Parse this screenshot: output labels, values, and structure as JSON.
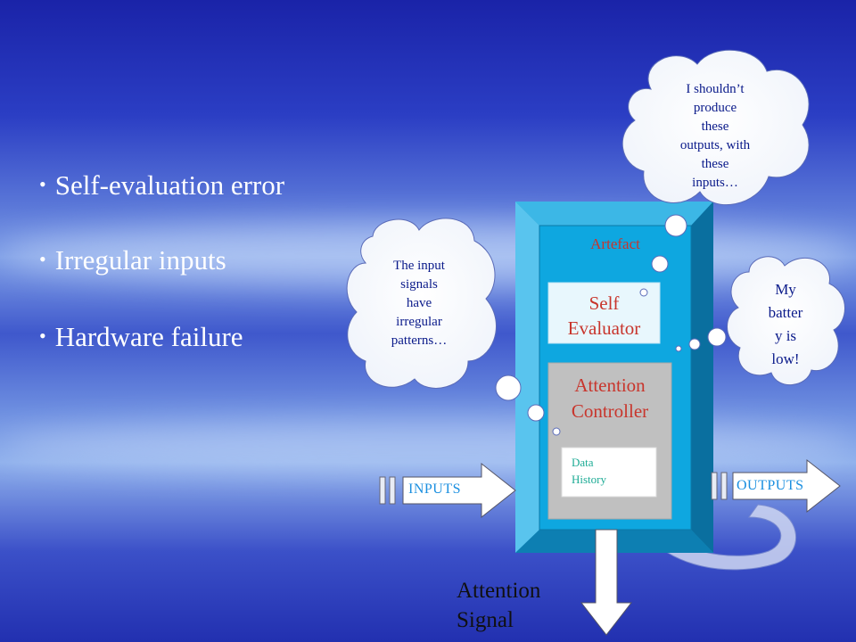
{
  "bullets": [
    "Self-evaluation error",
    "Irregular inputs",
    "Hardware failure"
  ],
  "bullet_symbol": "•",
  "artefact": {
    "title": "Artefact",
    "self_evaluator": [
      "Self",
      "Evaluator"
    ],
    "attention_controller": [
      "Attention",
      "Controller"
    ],
    "data_history": [
      "Data",
      "History"
    ]
  },
  "arrows": {
    "inputs": "INPUTS",
    "outputs": "OUTPUTS",
    "attention_signal": [
      "Attention",
      "Signal"
    ]
  },
  "thoughts": {
    "top": [
      "I shouldn’t",
      "produce",
      "these",
      "outputs, with",
      "these",
      "inputs…"
    ],
    "left": [
      "The input",
      "signals",
      "have",
      "irregular",
      "patterns…"
    ],
    "right": [
      "My",
      "batter",
      "y is",
      "low!"
    ]
  },
  "colors": {
    "box_dark": "#0a6f9f",
    "box_mid": "#1c97c9",
    "box_light": "#3cb7e6",
    "panel_gray": "#c0c0c0",
    "artefact_label": "#c8352c",
    "data_label": "#1dab95",
    "arrow_label": "#1a8fe0",
    "cloud_text": "#0a1a8a"
  }
}
